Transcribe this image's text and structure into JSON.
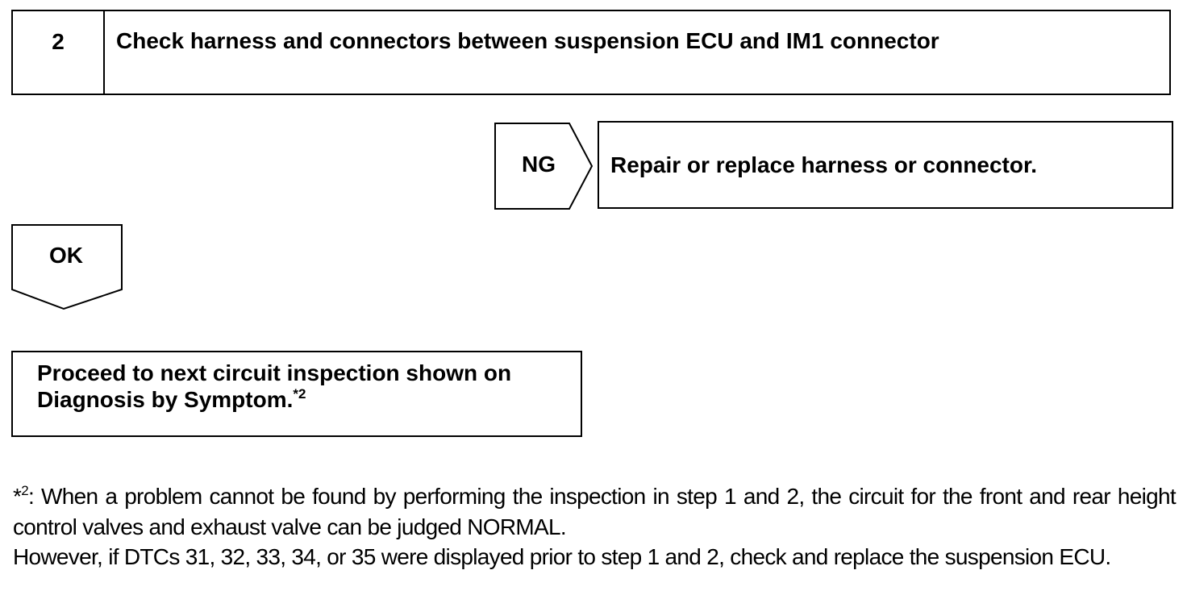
{
  "step": {
    "number": "2",
    "title": "Check harness and connectors between suspension ECU and IM1 connector"
  },
  "ng_branch": {
    "label": "NG",
    "action": "Repair or replace harness or connector."
  },
  "ok_branch": {
    "label": "OK",
    "action_text": "Proceed to next circuit inspection shown on Diagnosis by Symptom.",
    "action_ref": "*2"
  },
  "footnote": {
    "marker": "*",
    "marker_sup": "2",
    "line1": ": When a problem cannot be found by performing the inspection in step 1 and 2, the circuit for the front and rear height control valves and exhaust valve can be judged NORMAL.",
    "line2": "However, if DTCs 31, 32, 33, 34, or 35 were displayed prior to step 1 and 2, check and replace the suspension ECU."
  }
}
